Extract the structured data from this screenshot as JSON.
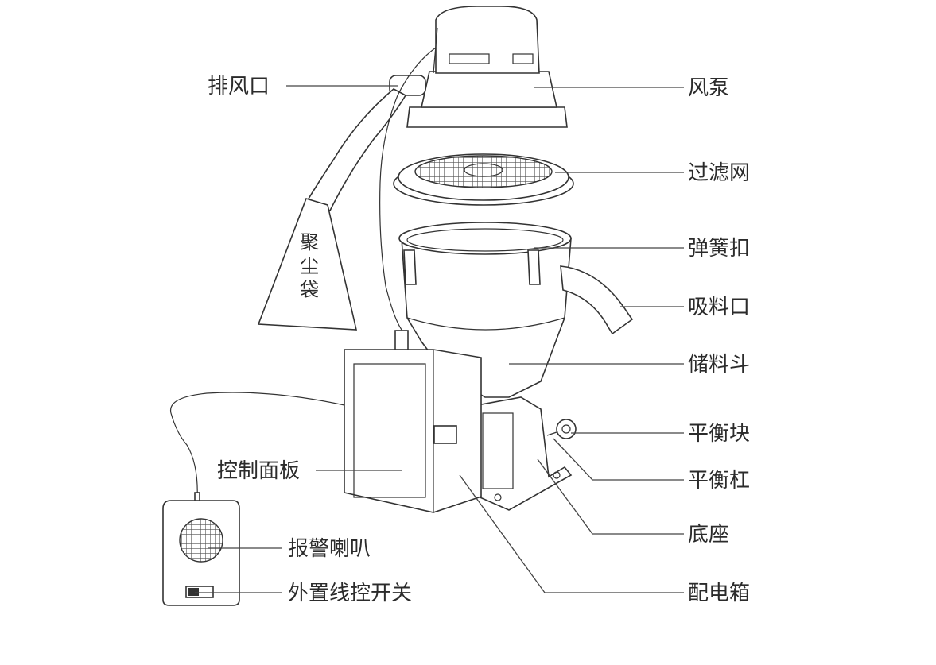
{
  "labels": {
    "exhaust_port": "排风口",
    "dust_bag": "聚尘袋",
    "fan_pump": "风泵",
    "filter_screen": "过滤网",
    "spring_clip": "弹簧扣",
    "suction_port": "吸料口",
    "storage_hopper": "储料斗",
    "balance_weight": "平衡块",
    "balance_bar": "平衡杠",
    "base": "底座",
    "control_panel": "控制面板",
    "alarm_speaker": "报警喇叭",
    "external_wire_switch": "外置线控开关",
    "distribution_box": "配电箱"
  }
}
